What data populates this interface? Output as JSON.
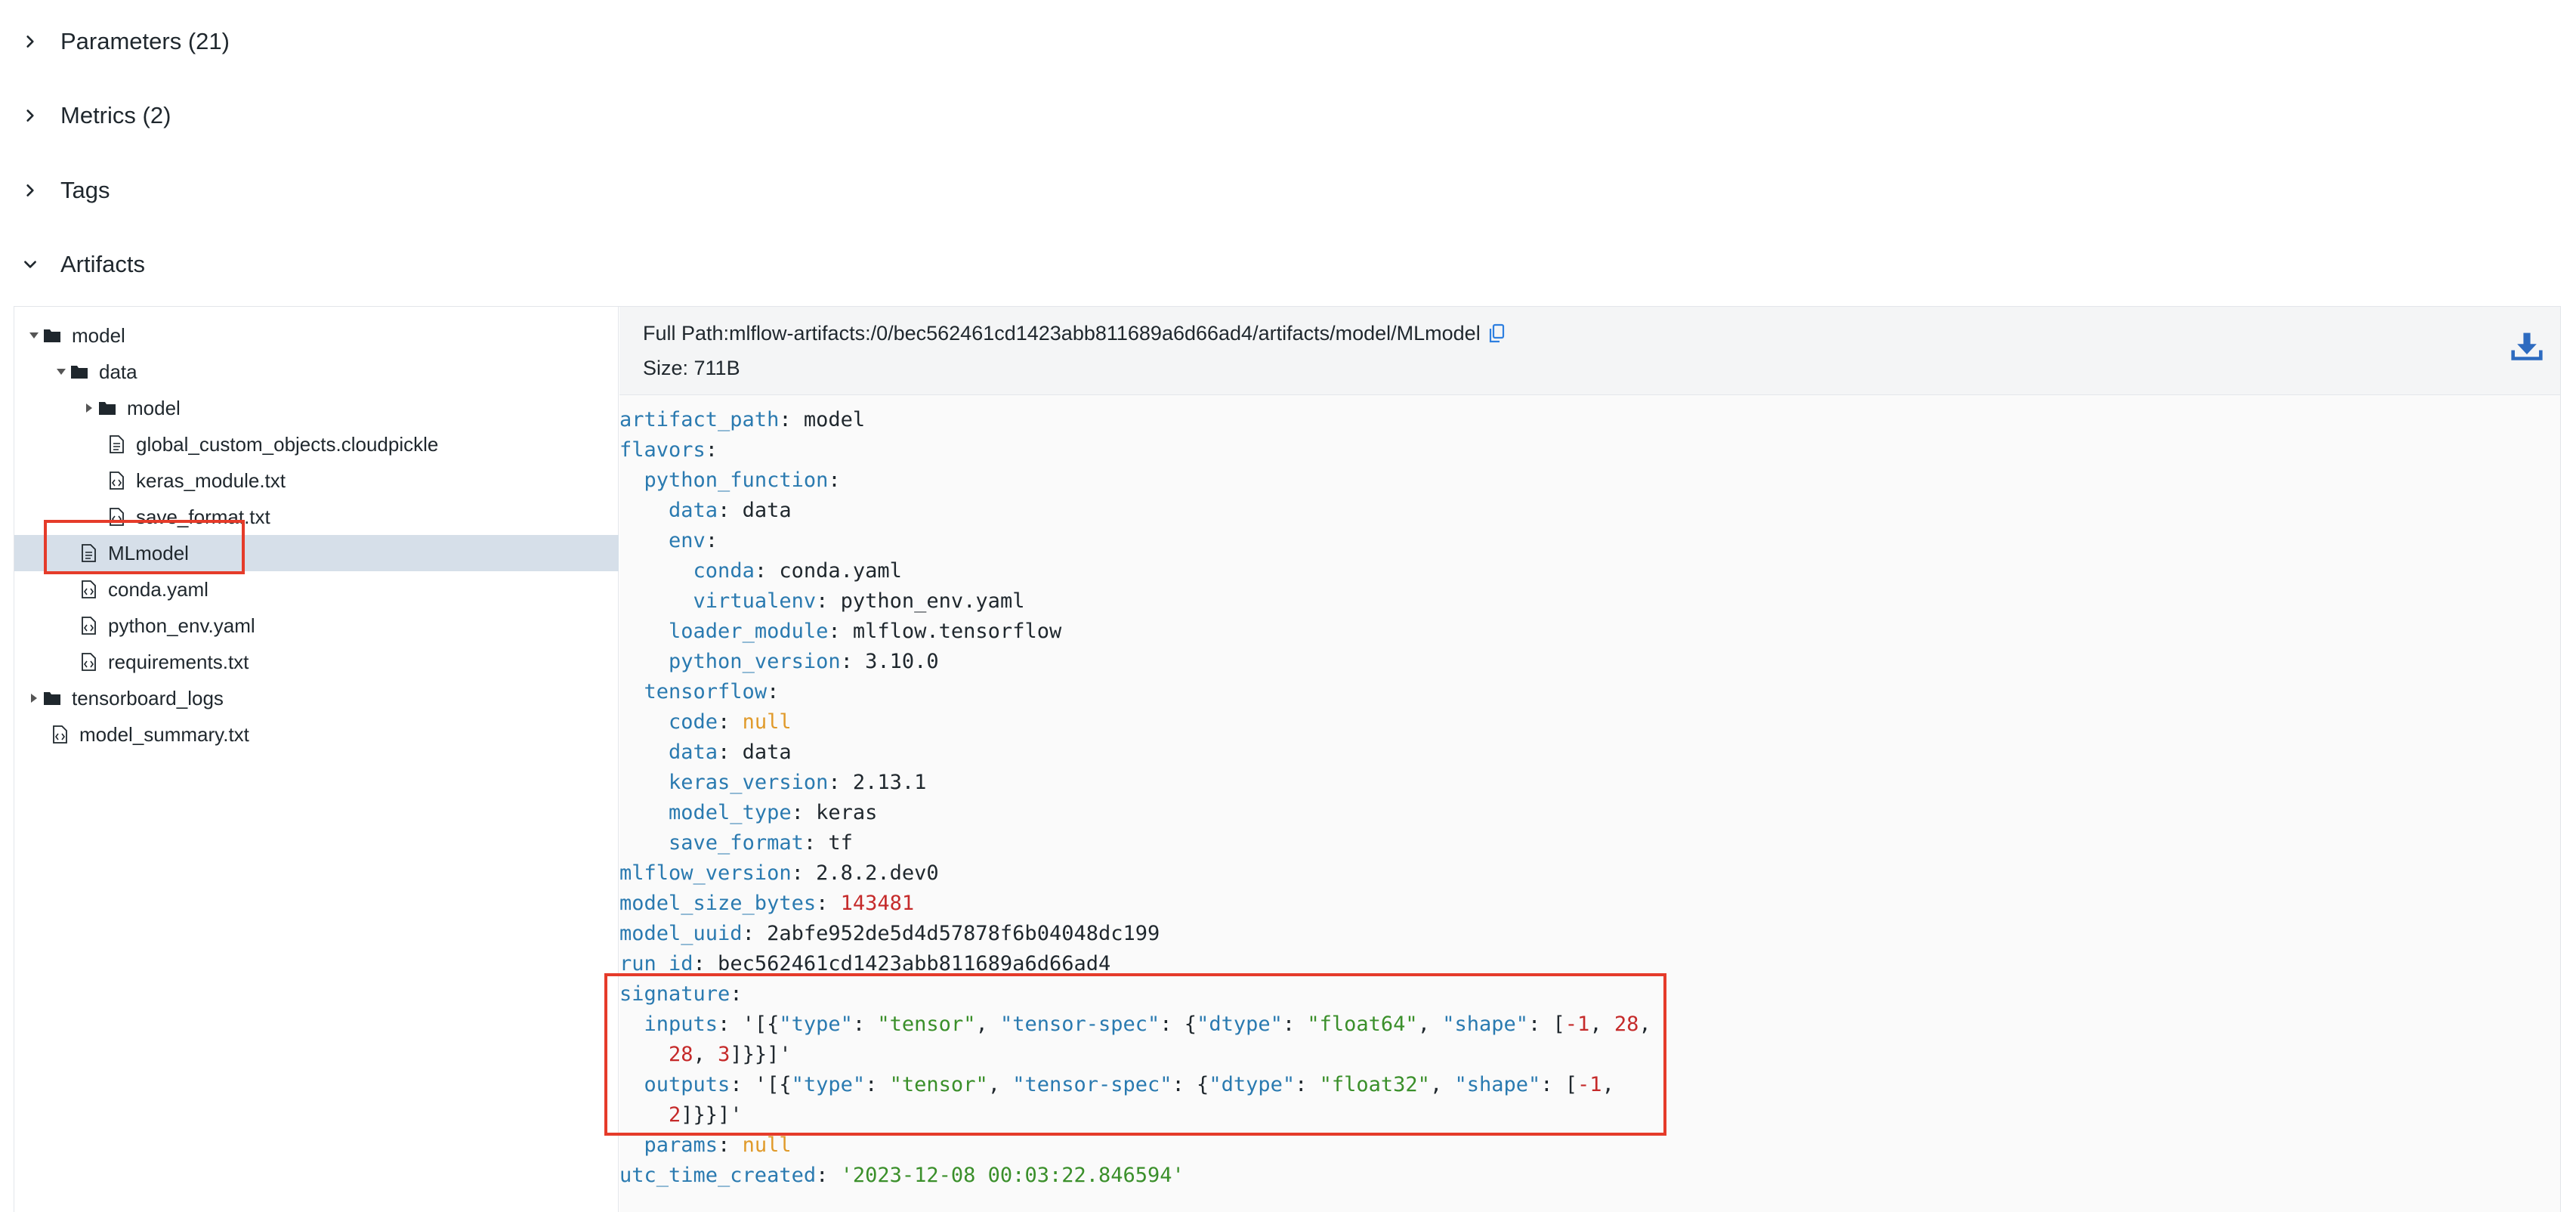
{
  "sections": {
    "parameters": "Parameters (21)",
    "metrics": "Metrics (2)",
    "tags": "Tags",
    "artifacts": "Artifacts"
  },
  "tree": [
    {
      "label": "model",
      "type": "folder",
      "expanded": true
    },
    {
      "label": "data",
      "type": "folder",
      "expanded": true
    },
    {
      "label": "model",
      "type": "folder",
      "expanded": false
    },
    {
      "label": "global_custom_objects.cloudpickle",
      "type": "file"
    },
    {
      "label": "keras_module.txt",
      "type": "code-file"
    },
    {
      "label": "save_format.txt",
      "type": "code-file"
    },
    {
      "label": "MLmodel",
      "type": "file",
      "selected": true
    },
    {
      "label": "conda.yaml",
      "type": "code-file"
    },
    {
      "label": "python_env.yaml",
      "type": "code-file"
    },
    {
      "label": "requirements.txt",
      "type": "code-file"
    },
    {
      "label": "tensorboard_logs",
      "type": "folder",
      "expanded": false
    },
    {
      "label": "model_summary.txt",
      "type": "code-file"
    }
  ],
  "viewer": {
    "full_path": "Full Path:mlflow-artifacts:/0/bec562461cd1423abb811689a6d66ad4/artifacts/model/MLmodel",
    "size": "Size: 711B",
    "copy_icon": "copy-icon",
    "download_icon": "download-icon"
  },
  "code_lines": [
    [
      [
        "k",
        "artifact_path"
      ],
      [
        "n",
        ": model"
      ]
    ],
    [
      [
        "k",
        "flavors"
      ],
      [
        "n",
        ":"
      ]
    ],
    [
      [
        "n",
        "  "
      ],
      [
        "k",
        "python_function"
      ],
      [
        "n",
        ":"
      ]
    ],
    [
      [
        "n",
        "    "
      ],
      [
        "k",
        "data"
      ],
      [
        "n",
        ": data"
      ]
    ],
    [
      [
        "n",
        "    "
      ],
      [
        "k",
        "env"
      ],
      [
        "n",
        ":"
      ]
    ],
    [
      [
        "n",
        "      "
      ],
      [
        "k",
        "conda"
      ],
      [
        "n",
        ": conda.yaml"
      ]
    ],
    [
      [
        "n",
        "      "
      ],
      [
        "k",
        "virtualenv"
      ],
      [
        "n",
        ": python_env.yaml"
      ]
    ],
    [
      [
        "n",
        "    "
      ],
      [
        "k",
        "loader_module"
      ],
      [
        "n",
        ": mlflow.tensorflow"
      ]
    ],
    [
      [
        "n",
        "    "
      ],
      [
        "k",
        "python_version"
      ],
      [
        "n",
        ": 3.10.0"
      ]
    ],
    [
      [
        "n",
        "  "
      ],
      [
        "k",
        "tensorflow"
      ],
      [
        "n",
        ":"
      ]
    ],
    [
      [
        "n",
        "    "
      ],
      [
        "k",
        "code"
      ],
      [
        "n",
        ": "
      ],
      [
        "nul",
        "null"
      ]
    ],
    [
      [
        "n",
        "    "
      ],
      [
        "k",
        "data"
      ],
      [
        "n",
        ": data"
      ]
    ],
    [
      [
        "n",
        "    "
      ],
      [
        "k",
        "keras_version"
      ],
      [
        "n",
        ": 2.13.1"
      ]
    ],
    [
      [
        "n",
        "    "
      ],
      [
        "k",
        "model_type"
      ],
      [
        "n",
        ": keras"
      ]
    ],
    [
      [
        "n",
        "    "
      ],
      [
        "k",
        "save_format"
      ],
      [
        "n",
        ": tf"
      ]
    ],
    [
      [
        "k",
        "mlflow_version"
      ],
      [
        "n",
        ": 2.8.2.dev0"
      ]
    ],
    [
      [
        "k",
        "model_size_bytes"
      ],
      [
        "n",
        ": "
      ],
      [
        "num",
        "143481"
      ]
    ],
    [
      [
        "k",
        "model_uuid"
      ],
      [
        "n",
        ": 2abfe952de5d4d57878f6b04048dc199"
      ]
    ],
    [
      [
        "k",
        "run_id"
      ],
      [
        "n",
        ": bec562461cd1423abb811689a6d66ad4"
      ]
    ],
    [
      [
        "k",
        "signature"
      ],
      [
        "n",
        ":"
      ]
    ],
    [
      [
        "n",
        "  "
      ],
      [
        "k",
        "inputs"
      ],
      [
        "n",
        ": '[{"
      ],
      [
        "k",
        "\"type\""
      ],
      [
        "n",
        ": "
      ],
      [
        "str",
        "\"tensor\""
      ],
      [
        "n",
        ", "
      ],
      [
        "k",
        "\"tensor-spec\""
      ],
      [
        "n",
        ": {"
      ],
      [
        "k",
        "\"dtype\""
      ],
      [
        "n",
        ": "
      ],
      [
        "str",
        "\"float64\""
      ],
      [
        "n",
        ", "
      ],
      [
        "k",
        "\"shape\""
      ],
      [
        "n",
        ": ["
      ],
      [
        "num",
        "-1"
      ],
      [
        "n",
        ", "
      ],
      [
        "num",
        "28"
      ],
      [
        "n",
        ","
      ]
    ],
    [
      [
        "n",
        "    "
      ],
      [
        "num",
        "28"
      ],
      [
        "n",
        ", "
      ],
      [
        "num",
        "3"
      ],
      [
        "n",
        "]}}]'"
      ]
    ],
    [
      [
        "n",
        "  "
      ],
      [
        "k",
        "outputs"
      ],
      [
        "n",
        ": '[{"
      ],
      [
        "k",
        "\"type\""
      ],
      [
        "n",
        ": "
      ],
      [
        "str",
        "\"tensor\""
      ],
      [
        "n",
        ", "
      ],
      [
        "k",
        "\"tensor-spec\""
      ],
      [
        "n",
        ": {"
      ],
      [
        "k",
        "\"dtype\""
      ],
      [
        "n",
        ": "
      ],
      [
        "str",
        "\"float32\""
      ],
      [
        "n",
        ", "
      ],
      [
        "k",
        "\"shape\""
      ],
      [
        "n",
        ": ["
      ],
      [
        "num",
        "-1"
      ],
      [
        "n",
        ","
      ]
    ],
    [
      [
        "n",
        "    "
      ],
      [
        "num",
        "2"
      ],
      [
        "n",
        "]}}]'"
      ]
    ],
    [
      [
        "n",
        "  "
      ],
      [
        "k",
        "params"
      ],
      [
        "n",
        ": "
      ],
      [
        "nul",
        "null"
      ]
    ],
    [
      [
        "k",
        "utc_time_created"
      ],
      [
        "n",
        ": "
      ],
      [
        "str",
        "'2023-12-08 00:03:22.846594'"
      ]
    ]
  ],
  "colors": {
    "key": "#2a7ab0",
    "number": "#c52a2a",
    "null": "#e09a2a",
    "string": "#3a8f2a",
    "selected_row": "#d6dfe9",
    "annotation": "#e53b2a"
  }
}
